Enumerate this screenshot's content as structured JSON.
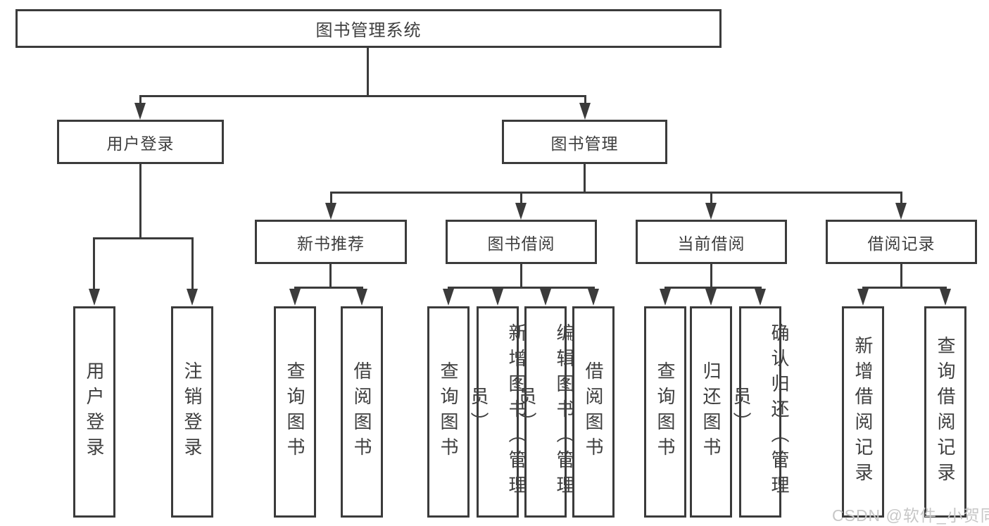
{
  "diagram": {
    "root": {
      "label": "图书管理系统"
    },
    "branches": [
      {
        "label": "用户登录",
        "children": [
          {
            "label": "用户登录"
          },
          {
            "label": "注销登录"
          }
        ]
      },
      {
        "label": "图书管理",
        "children": [
          {
            "label": "新书推荐",
            "children": [
              {
                "label": "查询图书"
              },
              {
                "label": "借阅图书"
              }
            ]
          },
          {
            "label": "图书借阅",
            "children": [
              {
                "label": "查询图书"
              },
              {
                "label": "新增图书（管理员）"
              },
              {
                "label": "编辑图书（管理员）"
              },
              {
                "label": "借阅图书"
              }
            ]
          },
          {
            "label": "当前借阅",
            "children": [
              {
                "label": "查询图书"
              },
              {
                "label": "归还图书"
              },
              {
                "label": "确认归还（管理员）"
              }
            ]
          },
          {
            "label": "借阅记录",
            "children": [
              {
                "label": "新增借阅记录"
              },
              {
                "label": "查询借阅记录"
              }
            ]
          }
        ]
      }
    ]
  },
  "watermark": {
    "text": "CSDN @软件_小贺同学"
  },
  "colors": {
    "line": "#3b3b3b",
    "text": "#3e3e3e",
    "watermark": "#c7c7c7",
    "background": "#ffffff"
  }
}
